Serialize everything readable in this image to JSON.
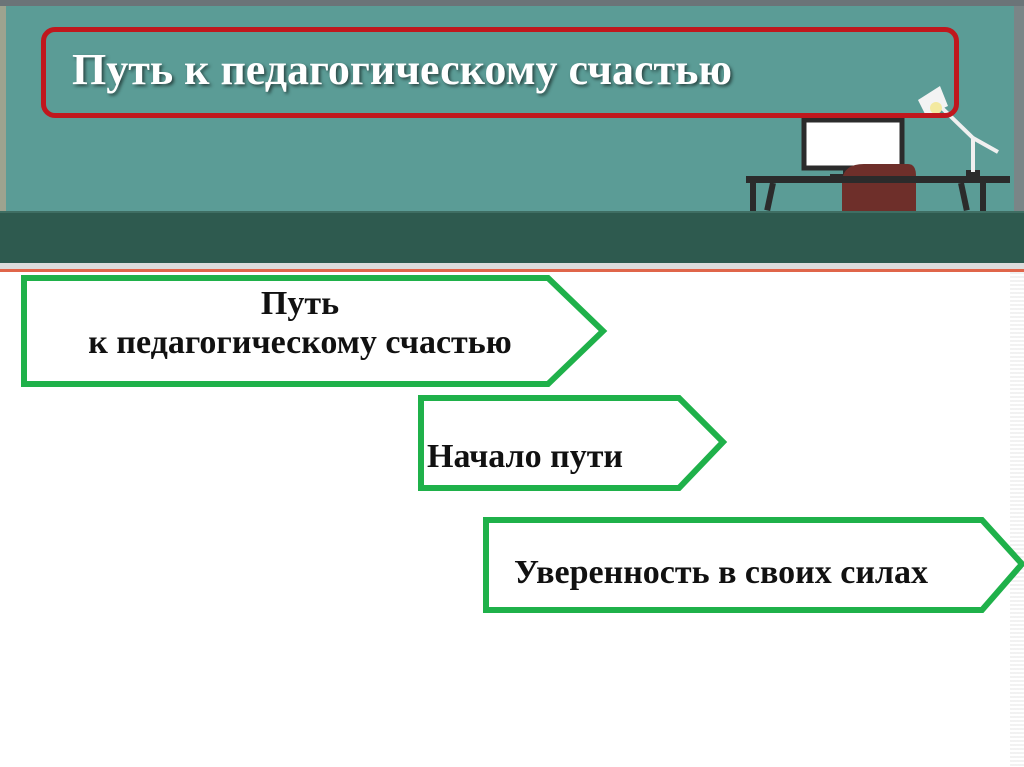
{
  "slide": {
    "title": "Путь к педагогическому счастью"
  },
  "steps": [
    {
      "line1": "Путь",
      "line2": "к педагогическому счастью"
    },
    {
      "label": "Начало пути"
    },
    {
      "label": "Уверенность в своих силах"
    }
  ],
  "colors": {
    "header_teal": "#5b9c96",
    "band_dark": "#2e5a4f",
    "title_border": "#c0171d",
    "arrow_border": "#1fb14a",
    "accent_line": "#e0654a"
  }
}
